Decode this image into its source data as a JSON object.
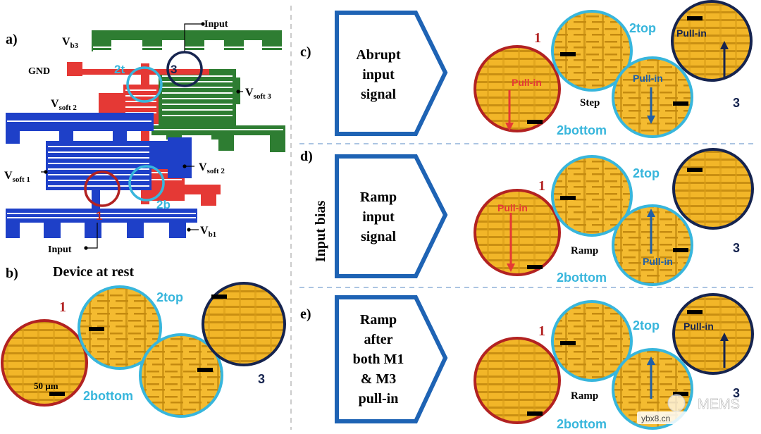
{
  "colors": {
    "blue_arrow": "#1f5fa8",
    "red": "#e53935",
    "green": "#2e7d32",
    "blue": "#1e40c8",
    "ring_red": "#b22222",
    "ring_cyan": "#38b6dc",
    "ring_navy": "#16244f",
    "gold": "#f2b628",
    "panel_label_blue": "#1e63b4"
  },
  "panel_a": {
    "label": "a)",
    "labels": {
      "vb3": "V",
      "vb3_sub": "b3",
      "input_top": "Input",
      "gnd": "GND",
      "vsoft3": "V",
      "vsoft3_sub": "soft 3",
      "vsoft2_red": "V",
      "vsoft2_red_sub": "soft 2",
      "vsoft1": "V",
      "vsoft1_sub": "soft 1",
      "vsoft2_blue": "V",
      "vsoft2_blue_sub": "soft 2",
      "input_bottom": "Input",
      "vb1": "V",
      "vb1_sub": "b1",
      "mark_2t": "2t",
      "mark_3": "3",
      "mark_1": "1",
      "mark_2b": "2b"
    }
  },
  "panel_b": {
    "label": "b)",
    "title": "Device at rest",
    "l1": "1",
    "l2top": "2top",
    "l2bottom": "2bottom",
    "l3": "3",
    "scale": "50 µm"
  },
  "side_label": "Input bias",
  "rows": [
    {
      "label": "c)",
      "arrow_text": [
        "Abrupt",
        "input",
        "signal"
      ],
      "l1": "1",
      "l2top": "2top",
      "l2bottom": "2bottom",
      "l3": "3",
      "mode": "Step",
      "pullin_1": "Pull-in",
      "pullin_2b": "Pull-in",
      "pullin_3": "Pull-in"
    },
    {
      "label": "d)",
      "arrow_text": [
        "Ramp",
        "input",
        "signal"
      ],
      "l1": "1",
      "l2top": "2top",
      "l2bottom": "2bottom",
      "l3": "3",
      "mode": "Ramp",
      "pullin_1": "Pull-in",
      "pullin_2b": "Pull-in"
    },
    {
      "label": "e)",
      "arrow_text": [
        "Ramp",
        "after",
        "both M1",
        "& M3",
        "pull-in"
      ],
      "l1": "1",
      "l2top": "2top",
      "l2bottom": "2bottom",
      "l3": "3",
      "mode": "Ramp",
      "pullin_3": "Pull-in"
    }
  ],
  "watermark": {
    "text": "MEMS",
    "site": "ybx8.cn"
  }
}
